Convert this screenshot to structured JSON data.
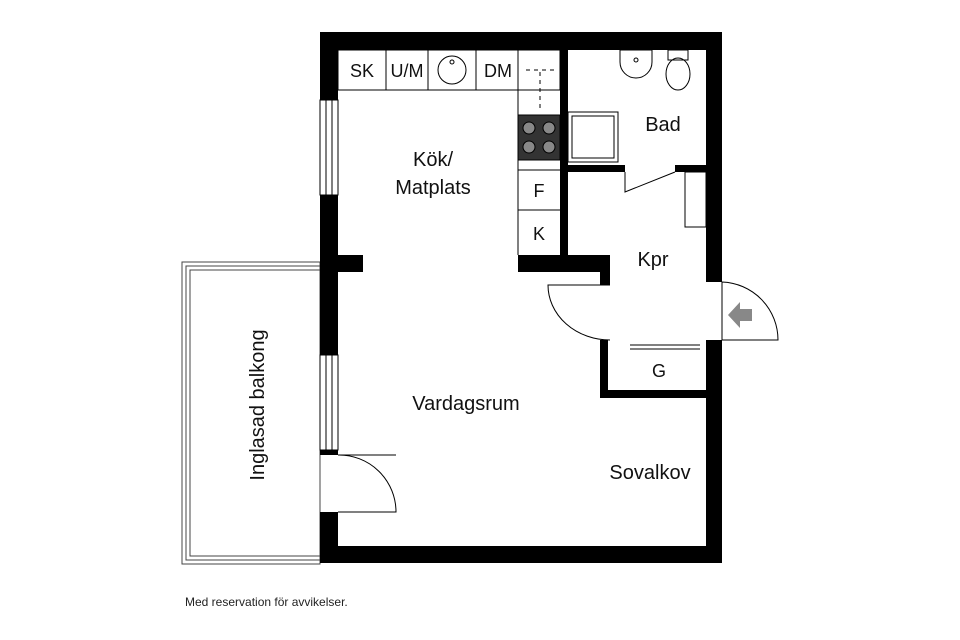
{
  "rooms": {
    "kitchen": "Kök/",
    "kitchen2": "Matplats",
    "bath": "Bad",
    "hall": "Kpr",
    "living": "Vardagsrum",
    "bedroom": "Sovalkov",
    "balcony": "Inglasad balkong",
    "closet": "G"
  },
  "fixtures": {
    "sk": "SK",
    "um": "U/M",
    "dm": "DM",
    "fridge": "F",
    "freezer": "K"
  },
  "footer": {
    "note": "Med reservation för avvikelser."
  },
  "colors": {
    "wall": "#000000",
    "arrow": "#888888"
  }
}
